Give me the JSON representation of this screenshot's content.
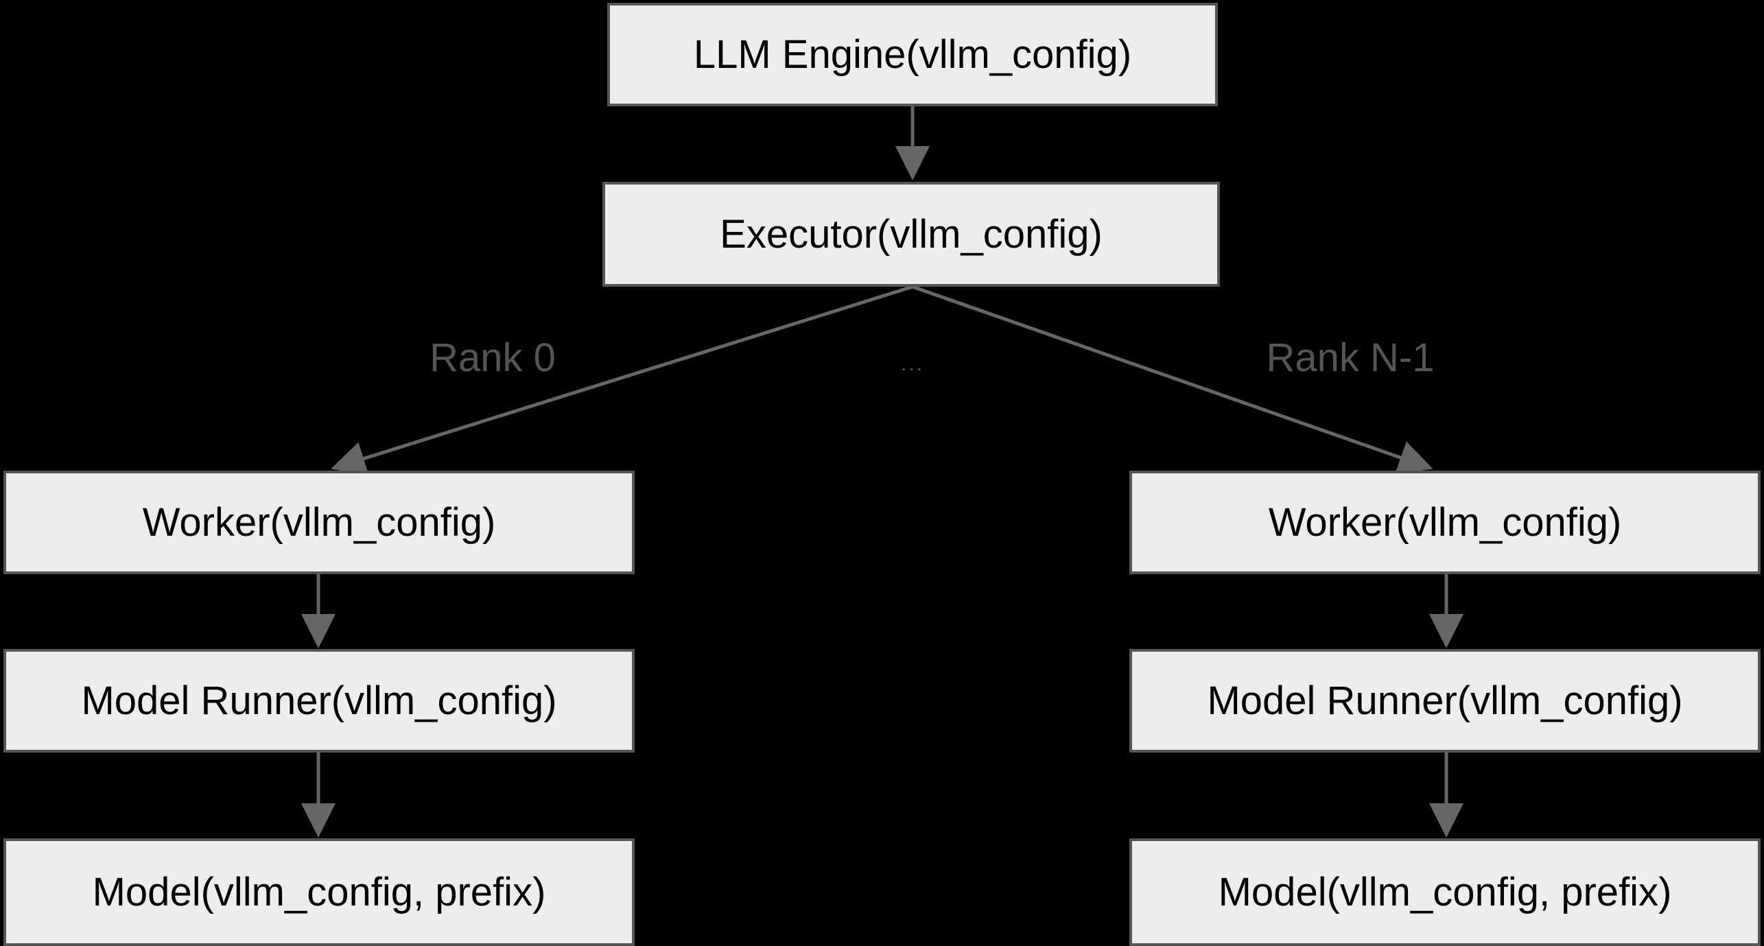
{
  "diagram": {
    "title_nodes": {
      "engine": "LLM Engine(vllm_config)",
      "executor": "Executor(vllm_config)",
      "worker_left": "Worker(vllm_config)",
      "worker_right": "Worker(vllm_config)",
      "model_runner_left": "Model Runner(vllm_config)",
      "model_runner_right": "Model Runner(vllm_config)",
      "model_left": "Model(vllm_config, prefix)",
      "model_right": "Model(vllm_config, prefix)"
    },
    "edge_labels": {
      "rank_first": "Rank 0",
      "rank_middle": "...",
      "rank_last": "Rank N-1"
    },
    "colors": {
      "background": "#000000",
      "node_fill": "#ededed",
      "node_border": "#555555",
      "node_text": "#000000",
      "edge_stroke": "#666666",
      "edge_label_text": "#555555"
    }
  }
}
